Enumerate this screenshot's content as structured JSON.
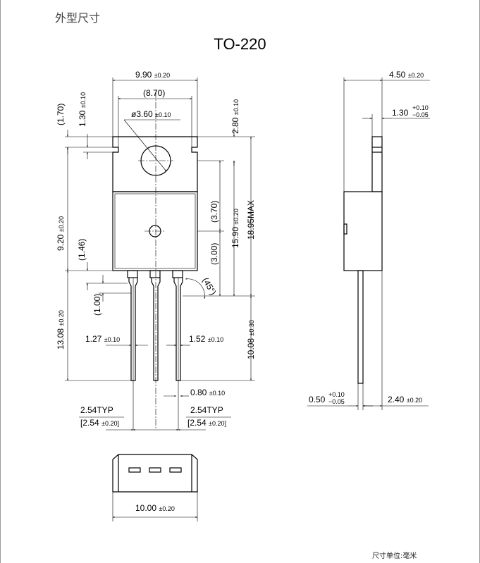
{
  "header": {
    "title": "外型尺寸"
  },
  "package": {
    "name": "TO-220"
  },
  "units_note": "尺寸单位:毫米",
  "dims": {
    "w990": "9.90",
    "w990_tol": "±0.20",
    "w870": "(8.70)",
    "hole_sym": "ø3.60",
    "hole_tol": "±0.10",
    "h170": "(1.70)",
    "h130": "1.30",
    "h130_tol": "±0.10",
    "h280": "2.80",
    "h280_tol": "±0.10",
    "h370": "(3.70)",
    "h1590": "15.90",
    "h1590_tol": "±0.20",
    "h1895": "18.95MAX",
    "h920": "9.20",
    "h920_tol": "±0.20",
    "h146": "(1.46)",
    "h300": "(3.00)",
    "angle": "(45°)",
    "h100": "(1.00)",
    "w127": "1.27",
    "w127_tol": "±0.10",
    "w152": "1.52",
    "w152_tol": "±0.10",
    "h1308": "13.08",
    "h1308_tol": "±0.20",
    "h1008": "10.08",
    "h1008_tol": "±0.30",
    "w080": "0.80",
    "w080_tol": "±0.10",
    "p254a": "2.54TYP",
    "p254a_b": "[2.54",
    "p254a_tol": "±0.20]",
    "p254b": "2.54TYP",
    "p254b_b": "[2.54",
    "p254b_tol": "±0.20]",
    "w1000": "10.00",
    "w1000_tol": "±0.20",
    "w450": "4.50",
    "w450_tol": "±0.20",
    "t130": "1.30",
    "t130_up": "+0.10",
    "t130_dn": "−0.05",
    "t050": "0.50",
    "t050_up": "+0.10",
    "t050_dn": "−0.05",
    "t240": "2.40",
    "t240_tol": "±0.20"
  }
}
